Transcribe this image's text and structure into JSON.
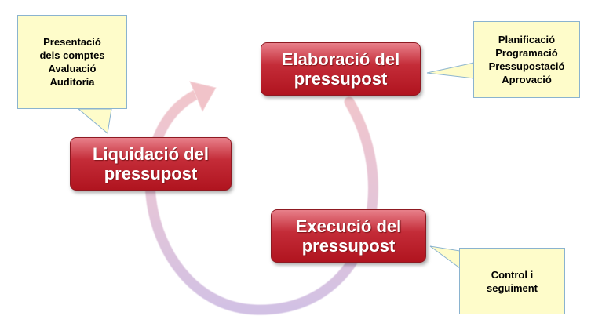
{
  "stages": {
    "elaboracio": "Elaboració del\npressupost",
    "execucio": "Execució del\npressupost",
    "liquidacio": "Liquidació del\npressupost"
  },
  "notes": {
    "elaboracio": "Planificació\nProgramació\nPressupostació\nAprovació",
    "execucio": "Control i\nseguiment",
    "liquidacio": "Presentació\ndels comptes\nAvaluació\nAuditoria"
  },
  "colors": {
    "stage_fill": "#c42c38",
    "note_fill": "#fefcca",
    "note_border": "#8ab3cf",
    "arrow_pink": "#efc4c8",
    "arrow_lavender": "#d4c3e3"
  }
}
